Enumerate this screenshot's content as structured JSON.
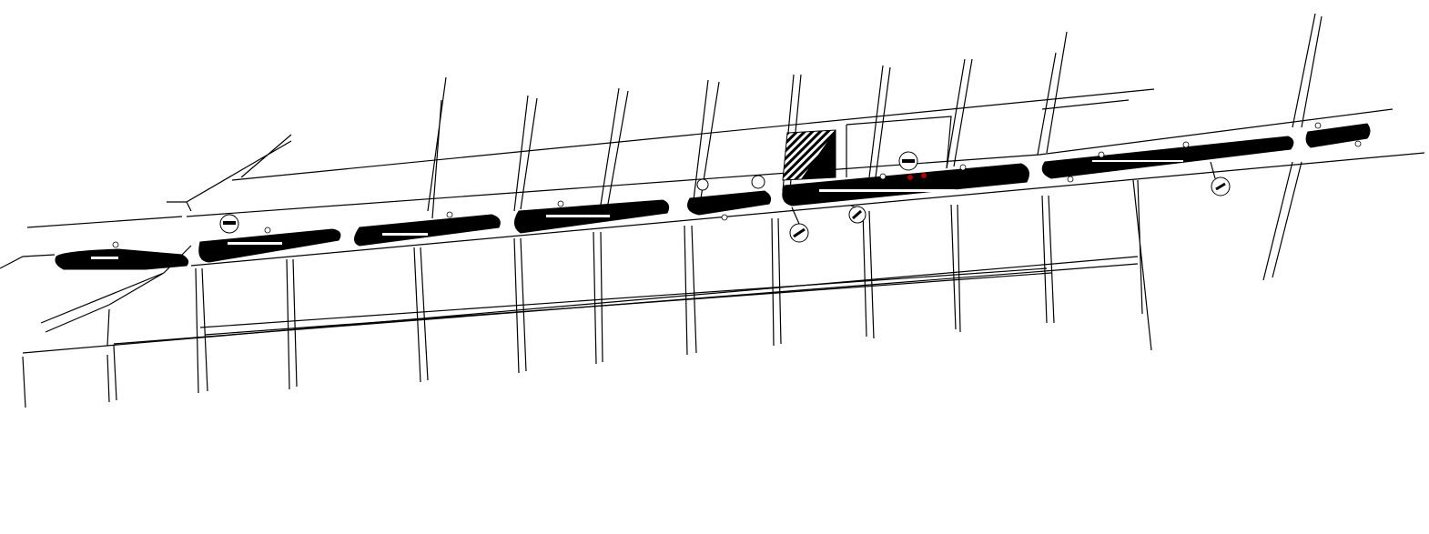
{
  "drawing": {
    "background_color": "#ffffff",
    "line_color": "#000000",
    "accent_color": "#b00000",
    "elements": [
      "road-network",
      "planting-strips",
      "hatched-block",
      "callout-bubbles"
    ]
  }
}
